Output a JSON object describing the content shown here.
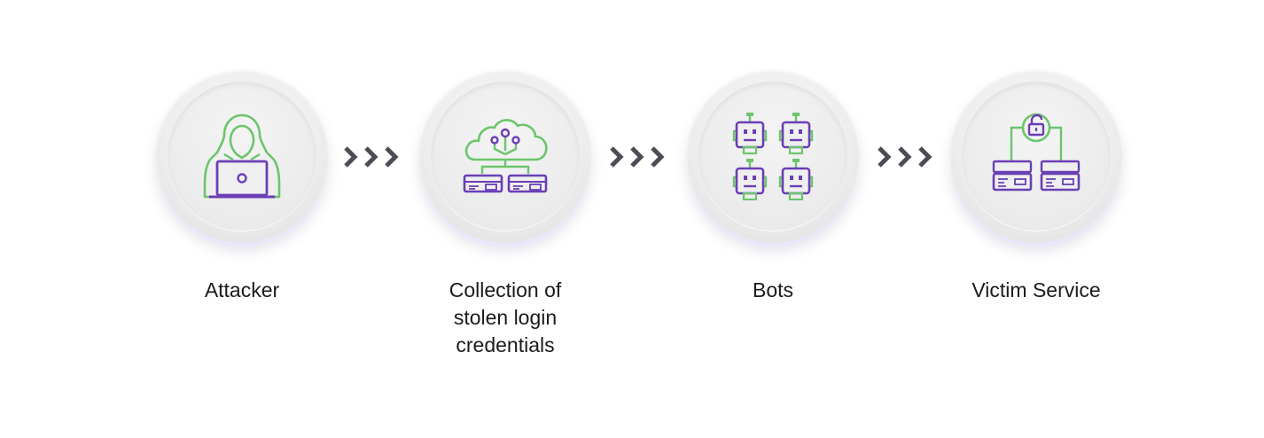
{
  "steps": [
    {
      "label": "Attacker",
      "icon": "hooded-hacker-laptop-icon"
    },
    {
      "label": "Collection of\nstolen login\ncredentials",
      "icon": "cloud-servers-icon"
    },
    {
      "label": "Bots",
      "icon": "four-robots-icon"
    },
    {
      "label": "Victim Service",
      "icon": "unlocked-padlock-servers-icon"
    }
  ],
  "colors": {
    "green": "#6cc56b",
    "purple": "#6a3fb5",
    "arrow": "#4a4d55"
  }
}
